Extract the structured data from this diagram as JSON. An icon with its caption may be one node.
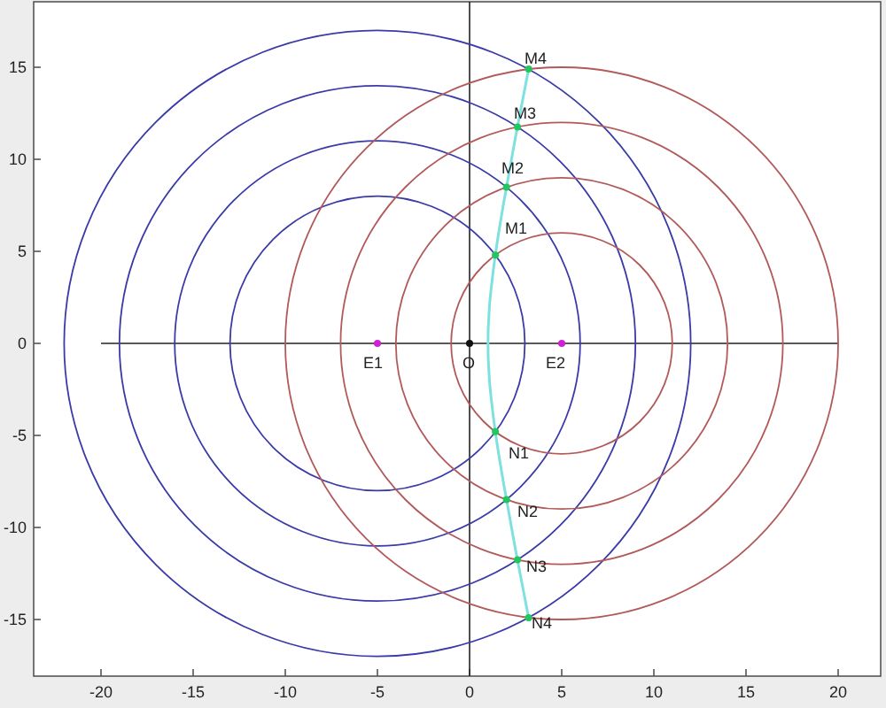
{
  "diagram": {
    "labels": [
      "15",
      "M4",
      "M3",
      "10",
      "M2",
      "5",
      "M1",
      "0",
      "E1",
      "O",
      "E2",
      "-5",
      "N1",
      "-10",
      "N2",
      "N3",
      "-15",
      "N4",
      "-20",
      "-15",
      "-10",
      "-5",
      "0",
      "5",
      "10",
      "15",
      "20"
    ]
  }
}
